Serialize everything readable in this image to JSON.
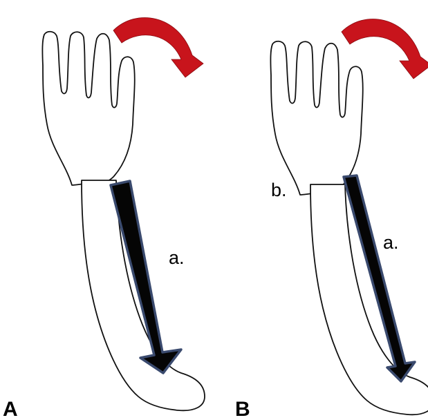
{
  "panels": {
    "A": {
      "panel_label": "A",
      "arrow_label": "a."
    },
    "B": {
      "panel_label": "B",
      "arrow_label": "a.",
      "joint_label": "b."
    }
  },
  "colors": {
    "rotation_arrow": "#c8141c",
    "force_arrow_fill": "#050505",
    "force_arrow_stroke": "#3a4a6e",
    "outline": "#111111"
  },
  "icons": {
    "rotation": "curved-rotation-arrow-icon",
    "force": "downward-force-arrow-icon"
  }
}
